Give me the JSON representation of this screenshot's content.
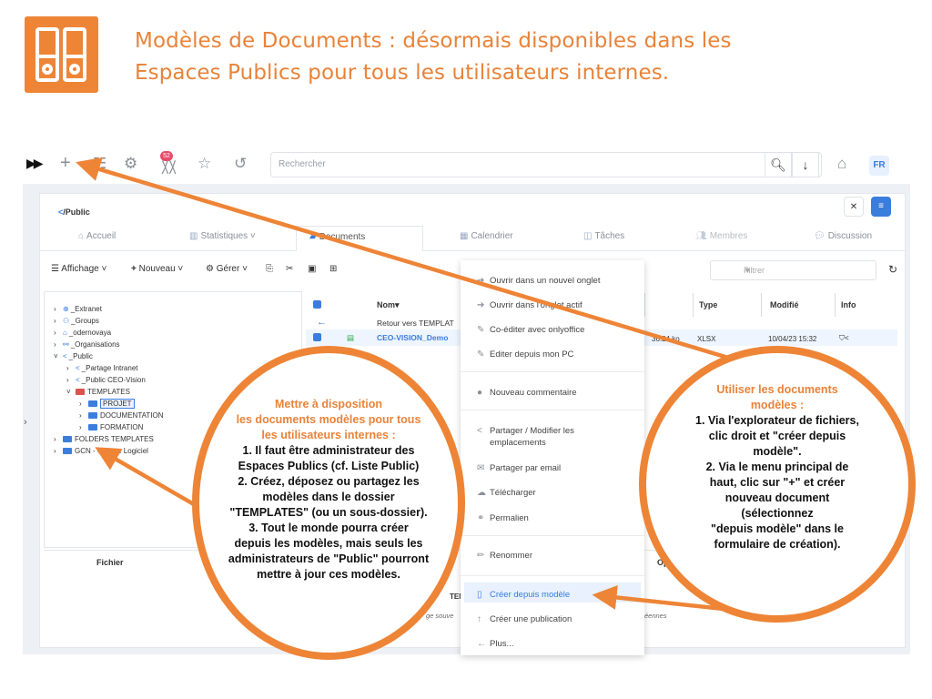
{
  "headline": {
    "line1": "Modèles de Documents : désormais disponibles dans les",
    "line2": "Espaces Publics pour tous les utilisateurs internes."
  },
  "colors": {
    "accent_orange": "#ee8436",
    "link_blue": "#3b7ddd",
    "badge_red": "#e74c6a"
  },
  "topbar": {
    "notification_count": "52",
    "search_placeholder": "Rechercher",
    "language": "FR",
    "icons": [
      "fast-forward-icon",
      "plus-icon",
      "tree-icon",
      "gear-icon",
      "rss-icon",
      "star-icon",
      "history-icon",
      "search-icon",
      "download-icon",
      "basket-icon"
    ]
  },
  "breadcrumb": {
    "path": "/Public"
  },
  "tabs": [
    {
      "label": "Accueil",
      "icon": "home-icon"
    },
    {
      "label": "Statistiques",
      "icon": "chart-icon"
    },
    {
      "label": "Documents",
      "icon": "folder-open-icon",
      "active": true
    },
    {
      "label": "Calendrier",
      "icon": "calendar-icon"
    },
    {
      "label": "Tâches",
      "icon": "board-icon"
    },
    {
      "label": "Membres",
      "icon": "users-icon"
    },
    {
      "label": "Discussion",
      "icon": "chat-icon"
    }
  ],
  "actions": {
    "affichage": "Affichage",
    "nouveau": "Nouveau",
    "gerer": "Gérer",
    "filter_placeholder": "Filtrer"
  },
  "tree": [
    {
      "label": "_Extranet"
    },
    {
      "label": "_Groups"
    },
    {
      "label": "_odernovaya"
    },
    {
      "label": "_Organisations"
    },
    {
      "label": "_Public"
    },
    {
      "label": "_Partage Intranet"
    },
    {
      "label": "_Public CEO-Vision"
    },
    {
      "label": "TEMPLATES"
    },
    {
      "label": "PROJET"
    },
    {
      "label": "DOCUMENTATION"
    },
    {
      "label": "FORMATION"
    },
    {
      "label": "FOLDERS TEMPLATES"
    },
    {
      "label": "GCN - Groupe Logiciel"
    }
  ],
  "list": {
    "headers": {
      "name": "Nom",
      "type": "Type",
      "modified": "Modifié",
      "info": "Info"
    },
    "back_row": "Retour vers TEMPLAT",
    "file_name": "CEO-VISION_Demo",
    "file_size": "36.24 ko",
    "file_type": "XLSX",
    "file_modified": "10/04/23 15:32"
  },
  "bottom": {
    "fichier_label": "Fichier",
    "op_label": "Op",
    "frag_ten": "TEN",
    "frag_souve": "ge souve",
    "frag_eennes": "éennes"
  },
  "context_menu": [
    {
      "label": "Ouvrir dans un nouvel onglet",
      "icon": "arrow-right-icon"
    },
    {
      "label": "Ouvrir dans l'onglet actif",
      "icon": "arrow-right-icon"
    },
    {
      "label": "Co-éditer avec onlyoffice",
      "icon": "edit-icon"
    },
    {
      "label": "Editer depuis mon PC",
      "icon": "edit-icon"
    },
    {
      "label": "Nouveau commentaire",
      "icon": "comment-icon"
    },
    {
      "label": "Partager / Modifier les",
      "label2": "emplacements",
      "icon": "share-icon"
    },
    {
      "label": "Partager par email",
      "icon": "mail-icon"
    },
    {
      "label": "Télécharger",
      "icon": "cloud-download-icon"
    },
    {
      "label": "Permalien",
      "icon": "link-icon"
    },
    {
      "label": "Renommer",
      "icon": "pencil-icon"
    },
    {
      "label": "Créer depuis modèle",
      "icon": "file-icon",
      "selected": true
    },
    {
      "label": "Créer une publication",
      "icon": "arrow-up-icon"
    },
    {
      "label": "Plus...",
      "icon": "arrow-left-icon"
    }
  ],
  "callout_left": {
    "title": [
      "Mettre à disposition",
      "les documents modèles pour tous",
      "les utilisateurs internes :"
    ],
    "body": [
      "1. Il faut être administrateur des",
      "Espaces Publics (cf. Liste Public)",
      "2. Créez, déposez ou partagez les",
      "modèles dans le dossier",
      "\"TEMPLATES\" (ou un sous-dossier).",
      "3. Tout le monde pourra créer",
      "depuis les modèles, mais seuls les",
      "administrateurs de \"Public\" pourront",
      "mettre à jour ces modèles."
    ]
  },
  "callout_right": {
    "title": [
      "Utiliser les documents",
      "modèles :"
    ],
    "body": [
      "1. Via l'explorateur de fichiers,",
      "clic droit et \"créer depuis",
      "modèle\".",
      "2. Via le menu principal de",
      "haut, clic sur \"+\" et créer",
      "nouveau document",
      "(sélectionnez",
      "\"depuis modèle\" dans le",
      "formulaire de création)."
    ]
  }
}
